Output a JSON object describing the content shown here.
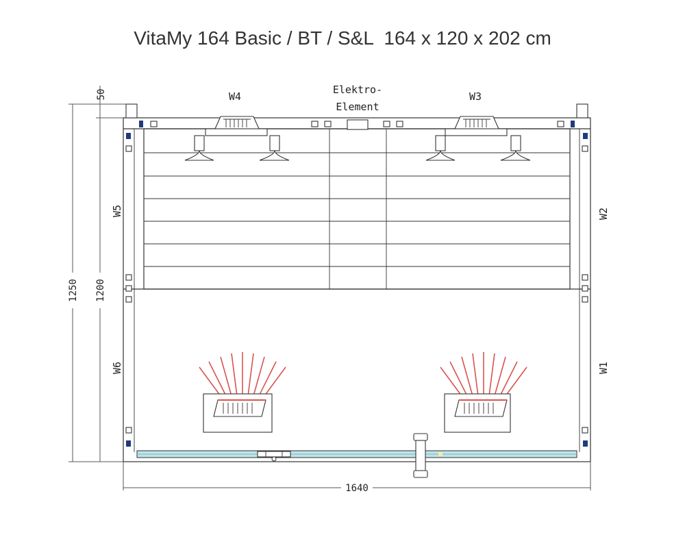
{
  "title": "VitaMy 164 Basic / BT / S&L  164 x 120 x 202 cm",
  "walls": {
    "w1": "W1",
    "w2": "W2",
    "w3": "W3",
    "w4": "W4",
    "w5": "W5",
    "w6": "W6"
  },
  "elektro": {
    "line1": "Elektro-",
    "line2": "Element"
  },
  "dimensions": {
    "top_offset": "50",
    "outer_depth": "1250",
    "inner_depth": "1200",
    "width": "1640"
  },
  "colors": {
    "heater_rays": "#d9534f",
    "glass_door": "#bfe3e8",
    "connector": "#1f3b7a"
  }
}
